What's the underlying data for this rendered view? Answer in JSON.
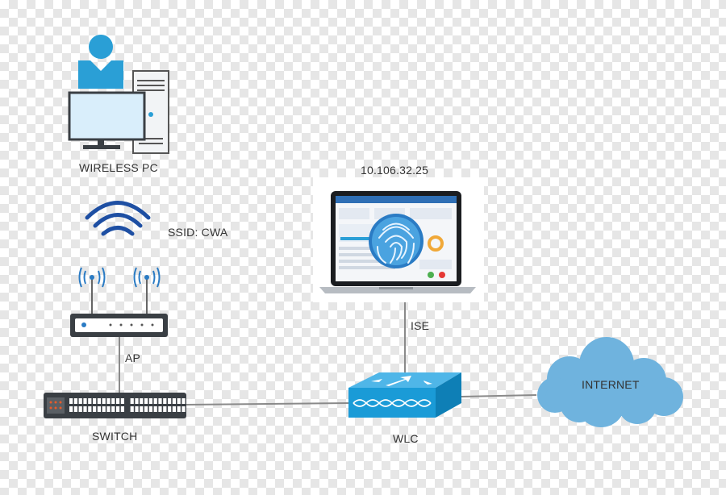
{
  "nodes": {
    "wireless_pc": {
      "label": "WIRELESS PC",
      "icon": "desktop-user-icon"
    },
    "ssid": {
      "label": "SSID: CWA",
      "icon": "wifi-icon"
    },
    "ap": {
      "label": "AP",
      "icon": "access-point-icon"
    },
    "switch": {
      "label": "SWITCH",
      "icon": "switch-icon"
    },
    "ise": {
      "ip": "10.106.32.25",
      "label": "ISE",
      "icon": "laptop-fingerprint-icon"
    },
    "wlc": {
      "label": "WLC",
      "icon": "wireless-lan-controller-icon"
    },
    "internet": {
      "label": "INTERNET",
      "icon": "cloud-icon"
    }
  },
  "colors": {
    "device_blue": "#2a9fd6",
    "dark_gray": "#3a3f44",
    "wifi_blue": "#1e4fa3",
    "cloud_blue": "#6fb3de",
    "wlc_blue": "#1a9bd7",
    "link": "#8a8a8a"
  }
}
